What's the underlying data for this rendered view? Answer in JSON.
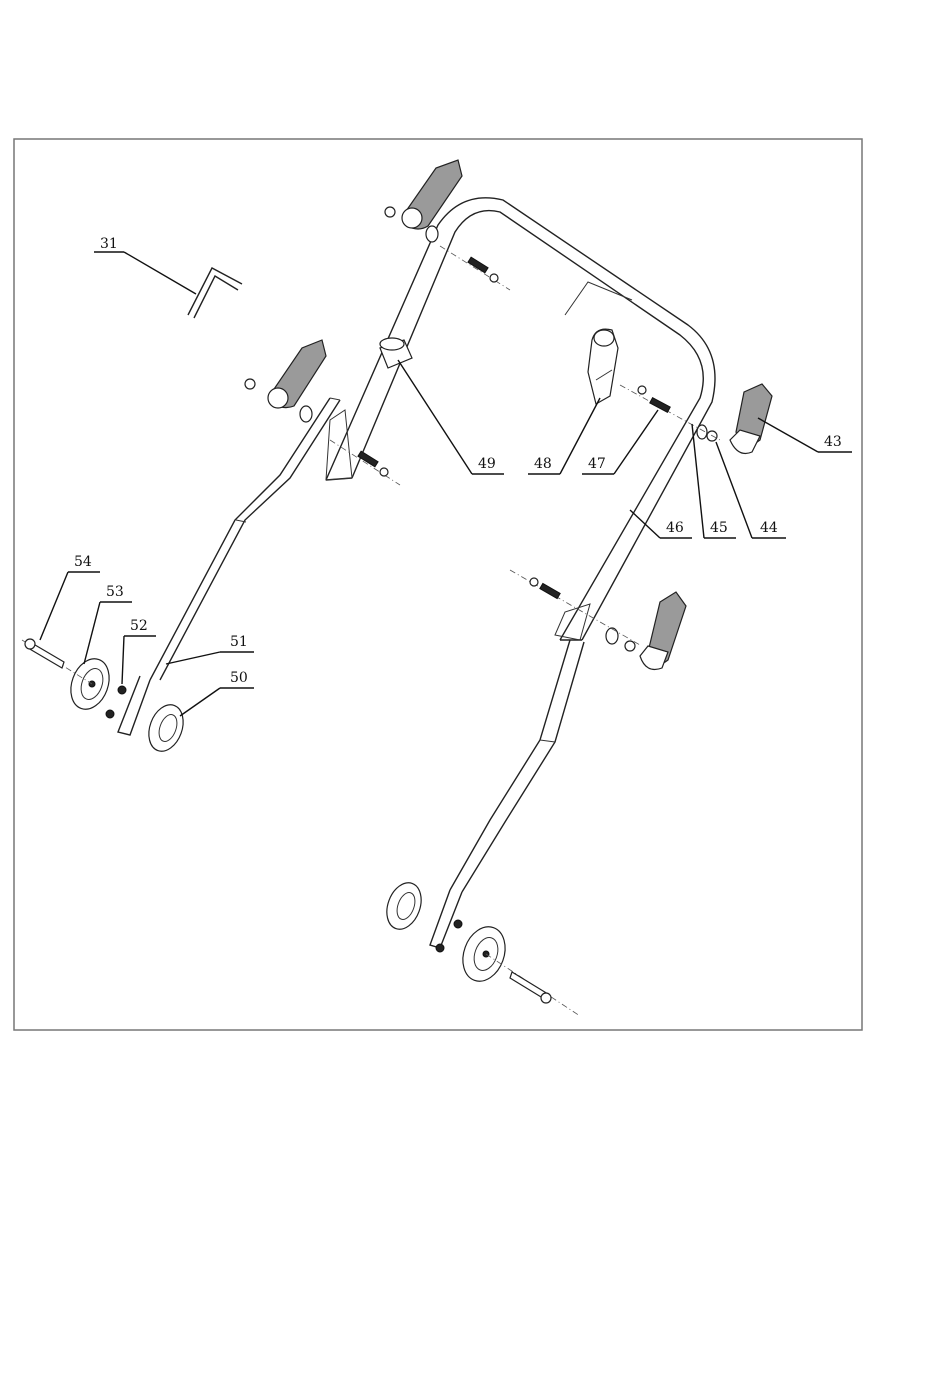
{
  "callouts": [
    {
      "id": "c31",
      "label": "31",
      "name": "callout-31-allen-key"
    },
    {
      "id": "c43",
      "label": "43",
      "name": "callout-43-handle-knob"
    },
    {
      "id": "c44",
      "label": "44",
      "name": "callout-44-washer"
    },
    {
      "id": "c45",
      "label": "45",
      "name": "callout-45-spacer"
    },
    {
      "id": "c46",
      "label": "46",
      "name": "callout-46-upper-handle"
    },
    {
      "id": "c47",
      "label": "47",
      "name": "callout-47-bolt"
    },
    {
      "id": "c48",
      "label": "48",
      "name": "callout-48-cable-guide"
    },
    {
      "id": "c49",
      "label": "49",
      "name": "callout-49-clip"
    },
    {
      "id": "c50",
      "label": "50",
      "name": "callout-50-hub-cap"
    },
    {
      "id": "c51",
      "label": "51",
      "name": "callout-51-lower-handle"
    },
    {
      "id": "c52",
      "label": "52",
      "name": "callout-52-nut"
    },
    {
      "id": "c53",
      "label": "53",
      "name": "callout-53-wheel"
    },
    {
      "id": "c54",
      "label": "54",
      "name": "callout-54-axle-bolt"
    }
  ]
}
